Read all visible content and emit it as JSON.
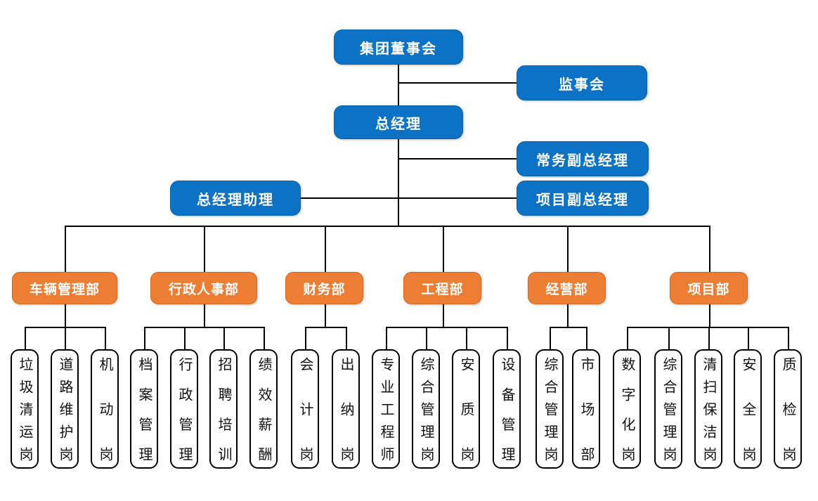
{
  "nodes": {
    "board": "集团董事会",
    "supervisory_board": "监事会",
    "general_manager": "总经理",
    "executive_deputy_gm": "常务副总经理",
    "gm_assistant": "总经理助理",
    "project_deputy_gm": "项目副总经理"
  },
  "departments": [
    {
      "label": "车辆管理部",
      "posts": [
        "垃圾清运岗",
        "道路维护岗",
        "机动岗"
      ]
    },
    {
      "label": "行政人事部",
      "posts": [
        "档案管理",
        "行政管理",
        "招聘培训",
        "绩效薪酬"
      ]
    },
    {
      "label": "财务部",
      "posts": [
        "会计岗",
        "出纳岗"
      ]
    },
    {
      "label": "工程部",
      "posts": [
        "专业工程师",
        "综合管理岗",
        "安质岗",
        "设备管理"
      ]
    },
    {
      "label": "经营部",
      "posts": [
        "综合管理岗",
        "市场部"
      ]
    },
    {
      "label": "项目部",
      "posts": [
        "数字化岗",
        "综合管理岗",
        "清扫保洁岗",
        "安全岗",
        "质检岗"
      ]
    }
  ],
  "colors": {
    "node_blue": "#0C72C6",
    "node_blue_border": "#0A62AB",
    "dept_orange": "#EC7D33",
    "dept_orange_border": "#CF6B24",
    "post_border": "#000000",
    "line": "#000000"
  }
}
